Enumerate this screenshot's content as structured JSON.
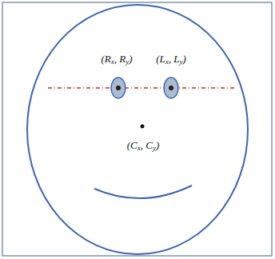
{
  "diagram": {
    "labels": [
      "(Rx, Ry)",
      "(Lx, Ly)",
      "(Cx, Cy)"
    ]
  }
}
